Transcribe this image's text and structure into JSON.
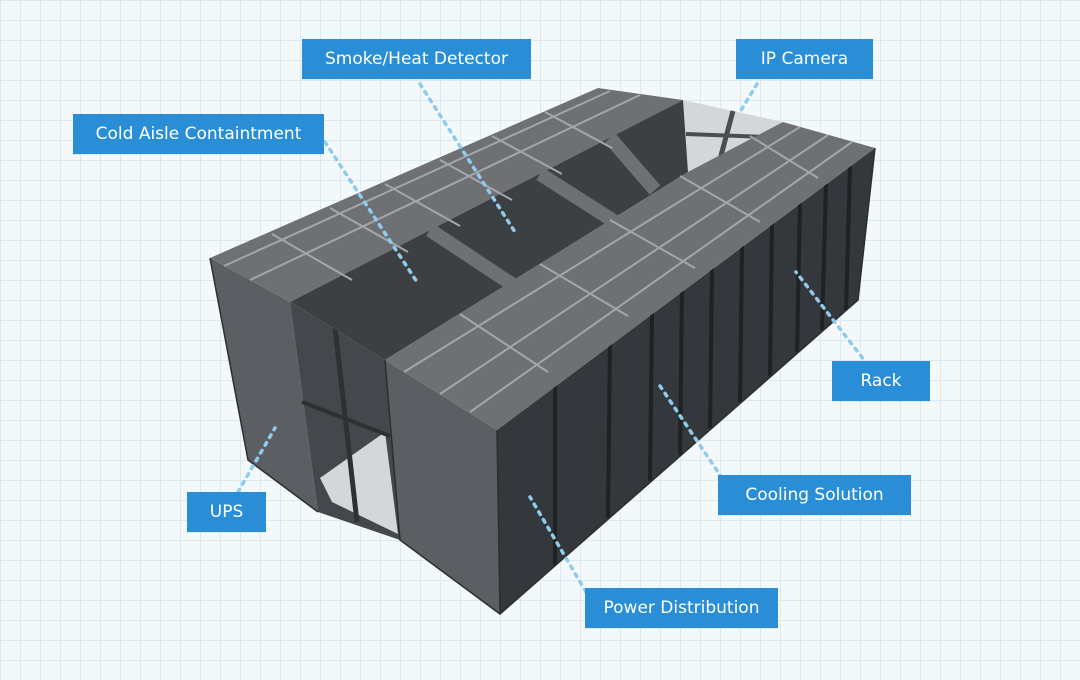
{
  "diagram": {
    "labels": {
      "smoke_heat_detector": "Smoke/Heat Detector",
      "ip_camera": "IP Camera",
      "cold_aisle_containment": "Cold Aisle Containtment",
      "rack": "Rack",
      "ups": "UPS",
      "cooling_solution": "Cooling Solution",
      "power_distribution": "Power Distribution"
    },
    "colors": {
      "callout_bg": "#2a8ed6",
      "callout_text": "#ffffff",
      "leader_line": "#8fcbea",
      "roof": "#6e7074",
      "roof_line": "#a4a6aa",
      "side_face": "#5b5e63",
      "front_face": "#34373b",
      "aisle_dark": "#3d4043",
      "glass": "#d4d6d9"
    }
  }
}
